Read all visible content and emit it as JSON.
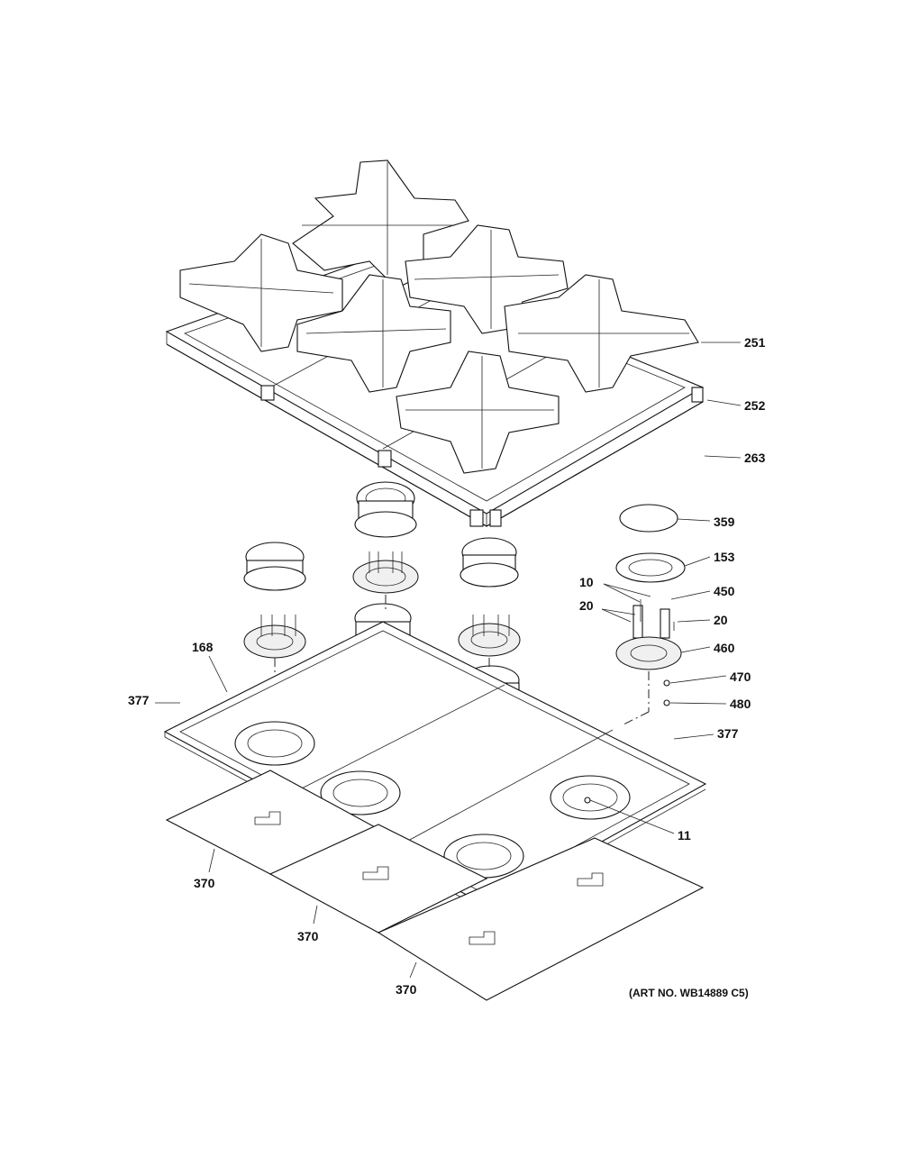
{
  "diagram": {
    "callouts": {
      "c251": "251",
      "c252": "252",
      "c263": "263",
      "c359": "359",
      "c153": "153",
      "c10": "10",
      "c450": "450",
      "c20a": "20",
      "c20b": "20",
      "c460": "460",
      "c470": "470",
      "c480": "480",
      "c168": "168",
      "c377a": "377",
      "c377b": "377",
      "c11": "11",
      "c370a": "370",
      "c370b": "370",
      "c370c": "370"
    },
    "art_number": "(ART NO. WB14889 C5)"
  }
}
